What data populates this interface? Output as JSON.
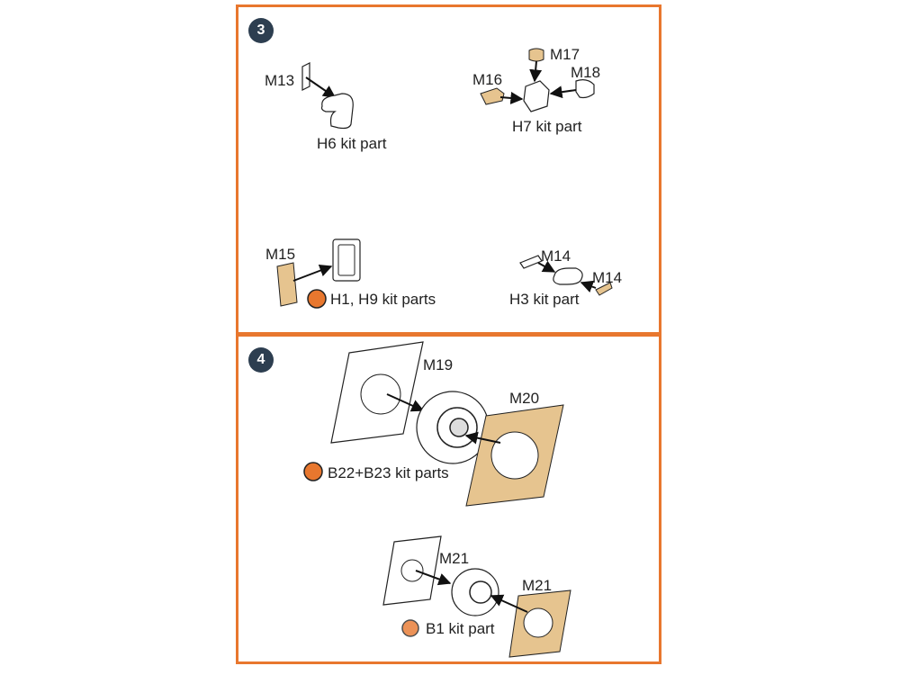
{
  "steps": [
    {
      "number": "3",
      "labels": {
        "m13": "M13",
        "h6": "H6 kit part",
        "m16": "M16",
        "m17": "M17",
        "m18": "M18",
        "h7": "H7 kit part",
        "m15": "M15",
        "h1h9": "H1, H9 kit parts",
        "m14a": "M14",
        "m14b": "M14",
        "h3": "H3 kit part"
      }
    },
    {
      "number": "4",
      "labels": {
        "m19": "M19",
        "m20": "M20",
        "b22b23": "B22+B23 kit parts",
        "m21a": "M21",
        "m21b": "M21",
        "b1": "B1 kit part"
      }
    }
  ],
  "colors": {
    "frame": "#e8772e",
    "badge": "#2d3e50",
    "mask": "#e6c48f"
  }
}
